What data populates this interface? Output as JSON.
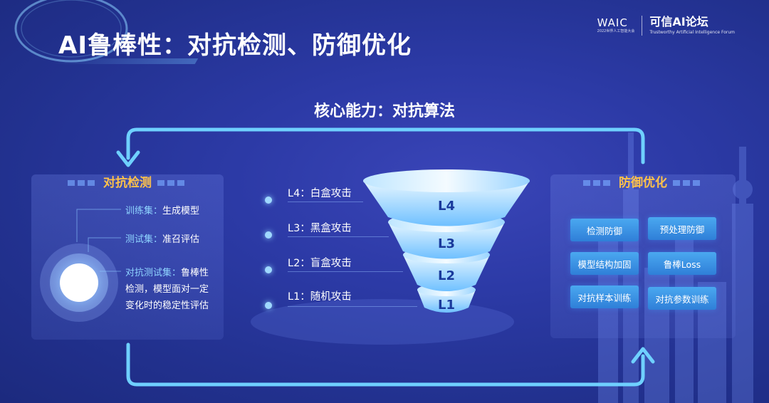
{
  "title": "AI鲁棒性：对抗检测、防御优化",
  "logo": {
    "mark": "WAIC",
    "mark_sub": "2022世界人工智能大会",
    "name_cn": "可信AI论坛",
    "name_en": "Trustworthy Artificial Intelligence Forum"
  },
  "core": "核心能力：对抗算法",
  "left_panel": {
    "heading": "对抗检测",
    "items": [
      {
        "key": "训练集：",
        "text": "生成模型"
      },
      {
        "key": "测试集：",
        "text": "准召评估"
      },
      {
        "key": "对抗测试集：",
        "text": "鲁棒性",
        "line2": "检测，模型面对一定",
        "line3": "变化时的稳定性评估"
      }
    ]
  },
  "right_panel": {
    "heading": "防御优化",
    "buttons": [
      "检测防御",
      "预处理防御",
      "模型结构加固",
      "鲁棒Loss",
      "对抗样本训练",
      "对抗参数训练"
    ]
  },
  "levels": [
    {
      "label": "L4：白盒攻击",
      "funnel": "L4"
    },
    {
      "label": "L3：黑盒攻击",
      "funnel": "L3"
    },
    {
      "label": "L2：盲盒攻击",
      "funnel": "L2"
    },
    {
      "label": "L1：随机攻击",
      "funnel": "L1"
    }
  ],
  "colors": {
    "background": "#2c3aa6",
    "accent": "#ffc24a",
    "key_text": "#8fd4ff",
    "button": "#3a92e4",
    "funnel": "#9ed4ff"
  }
}
